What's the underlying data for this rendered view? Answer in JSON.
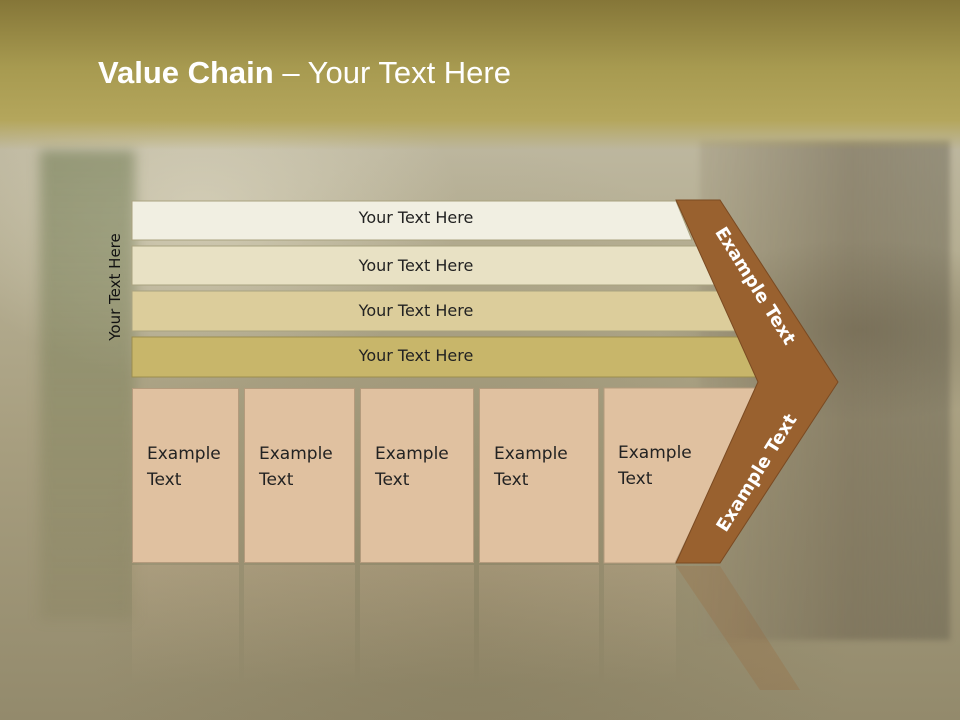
{
  "slide": {
    "title_bold": "Value Chain",
    "title_rest": " – Your Text Here",
    "side_label": "Your Text Here",
    "bands": [
      {
        "label": "Your Text Here",
        "color": "#f1efe2"
      },
      {
        "label": "Your Text Here",
        "color": "#e8e1c4"
      },
      {
        "label": "Your Text Here",
        "color": "#dccd9b"
      },
      {
        "label": "Your Text Here",
        "color": "#c8b66a"
      }
    ],
    "boxes": [
      {
        "line1": "Example",
        "line2": "Text"
      },
      {
        "line1": "Example",
        "line2": "Text"
      },
      {
        "line1": "Example",
        "line2": "Text"
      },
      {
        "line1": "Example",
        "line2": "Text"
      },
      {
        "line1": "Example",
        "line2": "Text"
      }
    ],
    "arrow_upper": "Example Text",
    "arrow_lower": "Example Text",
    "colors": {
      "header": "#a79a50",
      "box_fill": "#e0c1a0",
      "chevron_fill": "#99612f"
    }
  }
}
